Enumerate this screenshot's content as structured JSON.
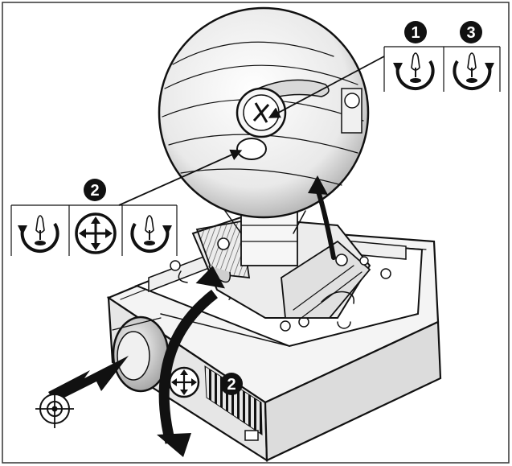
{
  "steps": {
    "one": "1",
    "two_upper": "2",
    "three": "3",
    "two_lower": "2"
  },
  "icons": {
    "rotate_ccw": "rotate-counterclockwise-screwdriver-icon",
    "rotate_cw": "rotate-clockwise-screwdriver-icon",
    "move_all": "move-four-direction-icon",
    "target": "crosshair-target-icon"
  },
  "colors": {
    "ink": "#111111",
    "paper": "#ffffff",
    "shade": "#cfcfcf"
  }
}
